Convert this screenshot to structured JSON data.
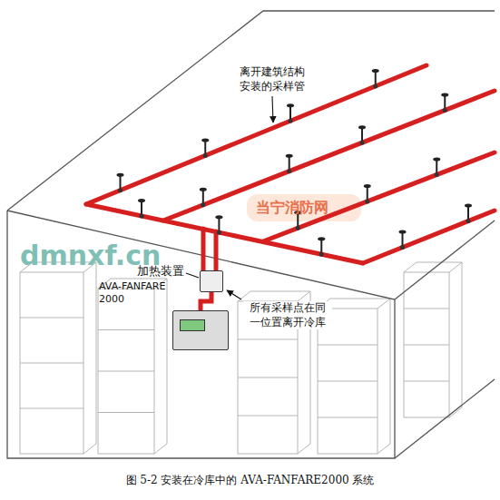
{
  "diagram": {
    "caption": "图 5-2 安装在冷库中的 AVA-FANFARE2000 系统",
    "nodes": [
      {
        "text": [
          "加热装置"
        ]
      },
      {
        "text": [
          "AVA-FANFARE 2000"
        ]
      }
    ],
    "edges": [
      {
        "from": 0,
        "to": 1,
        "arrow": "none"
      }
    ],
    "labels": [
      "离开建筑结构 安装的采样管",
      "所有采样点在同 一位置离开冷库",
      "当宁消防网",
      "dmnxf.cn"
    ]
  }
}
